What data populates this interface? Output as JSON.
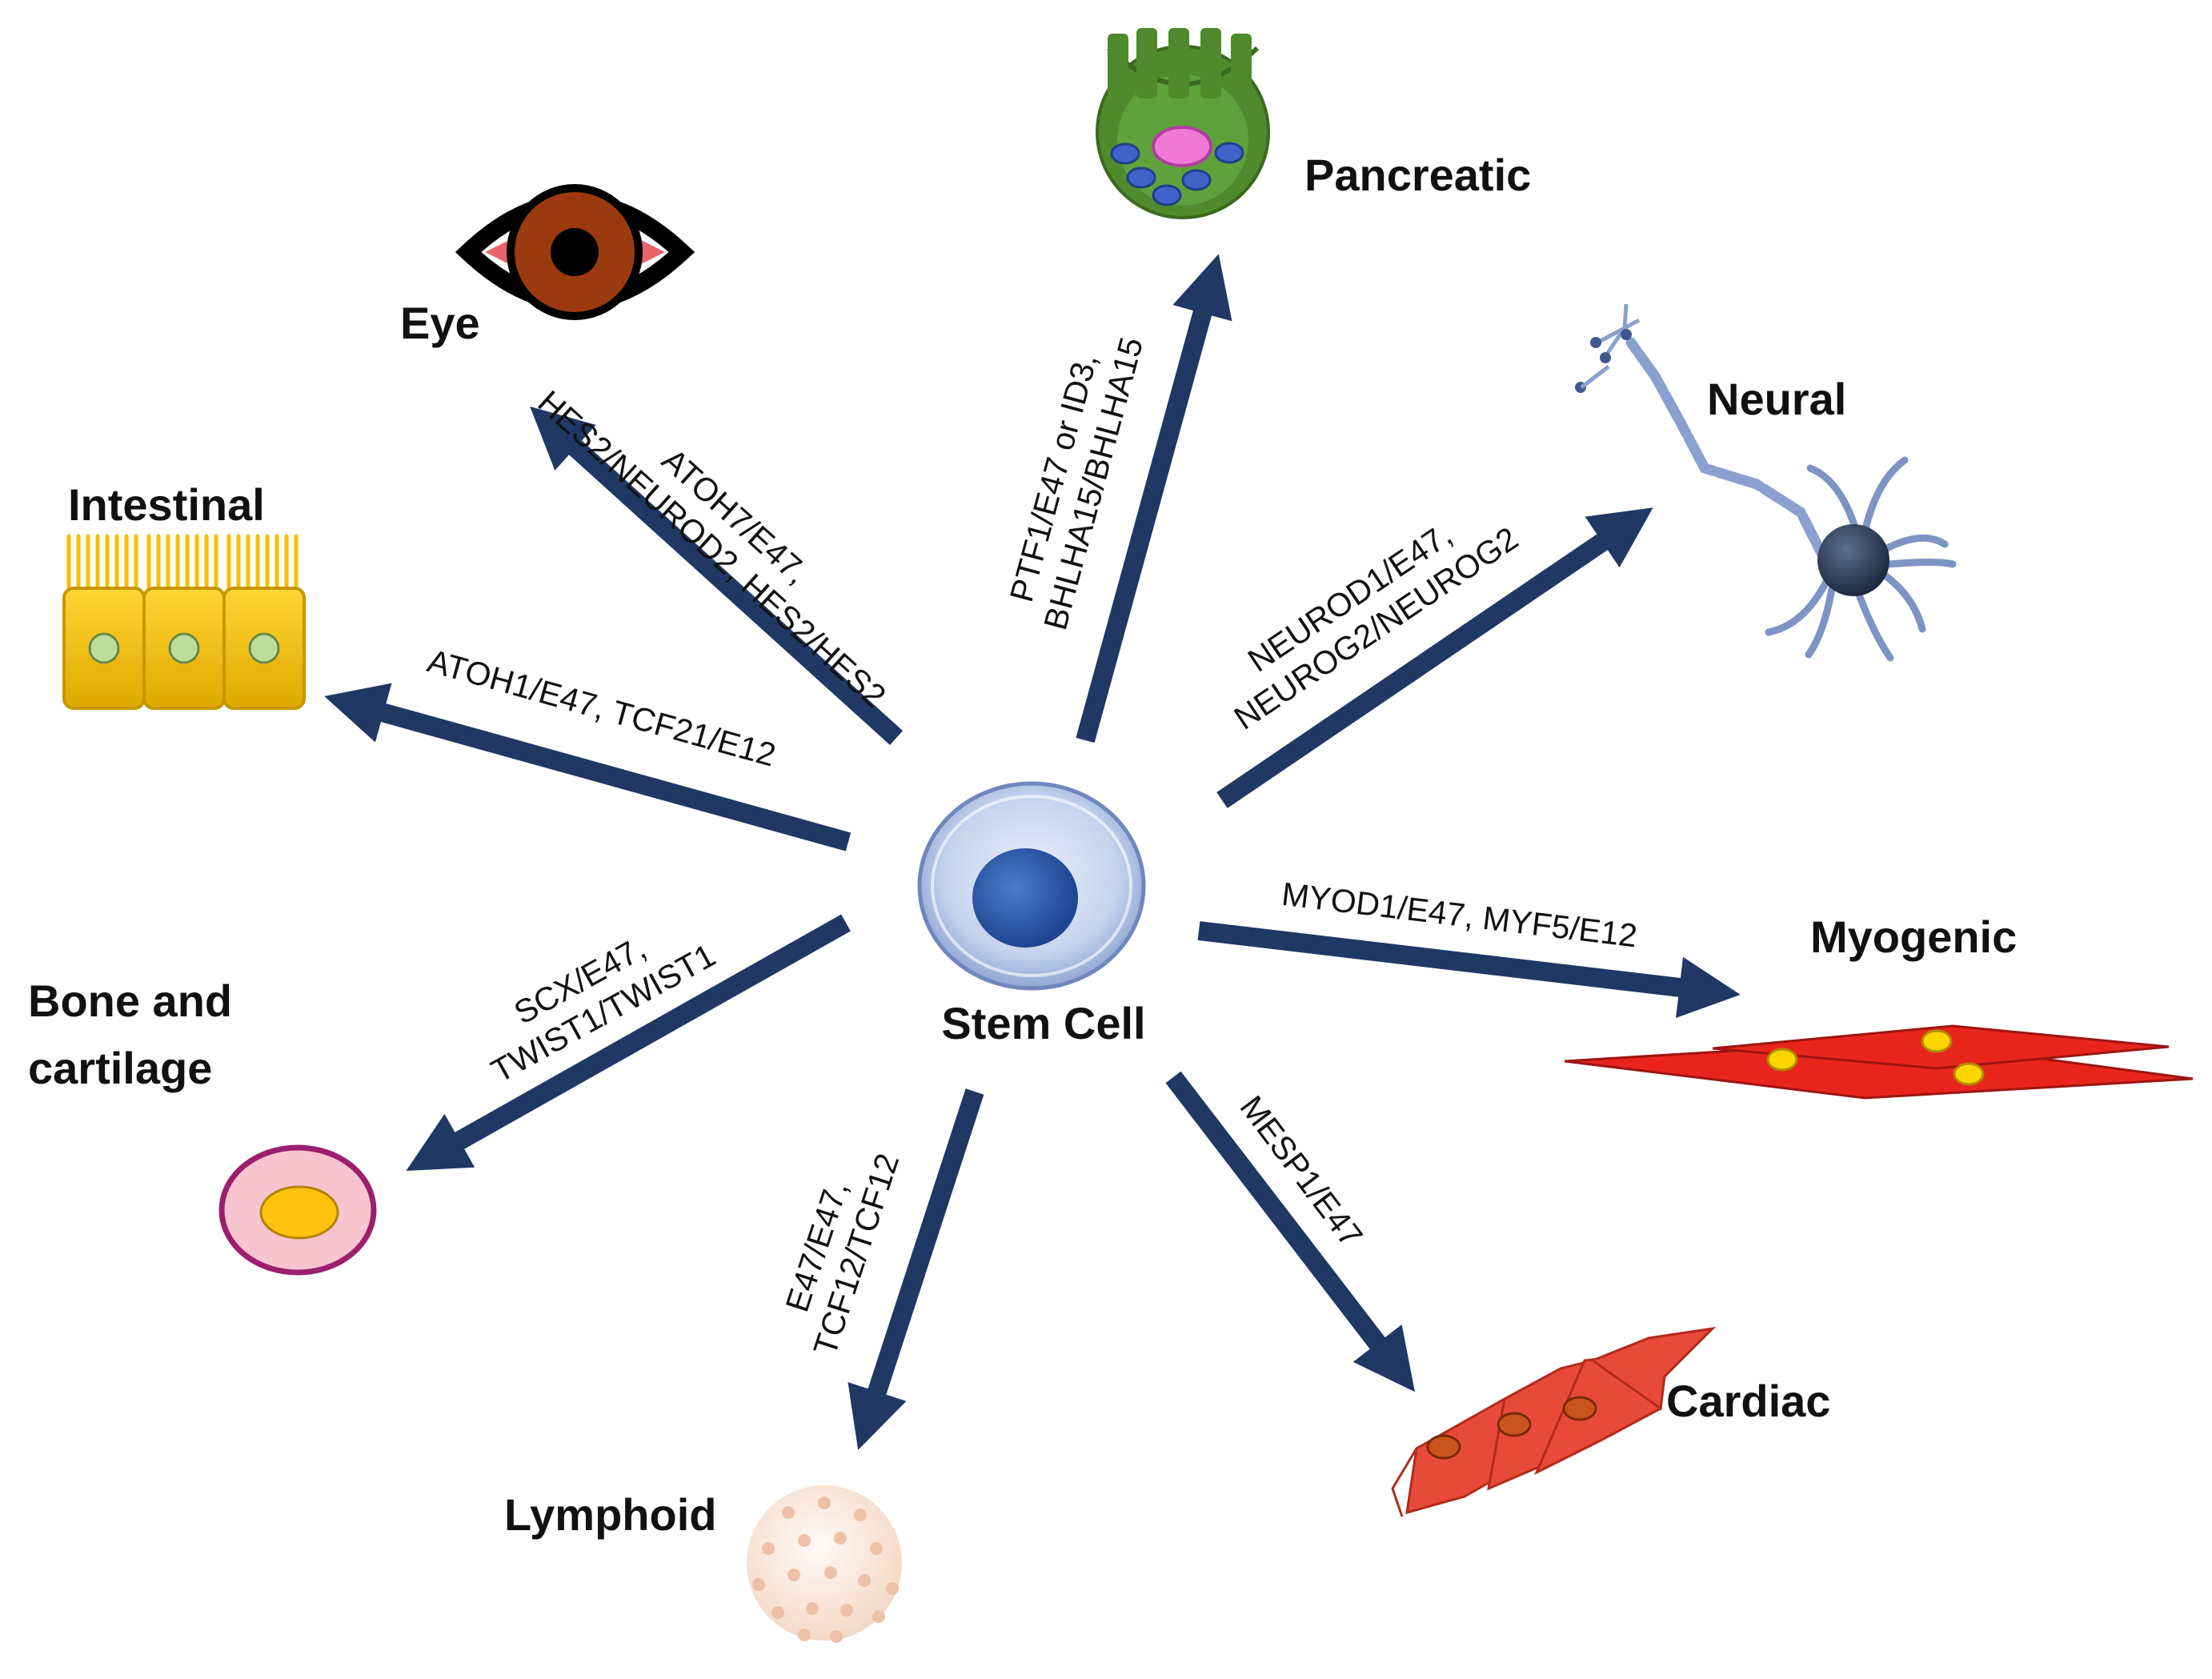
{
  "center": {
    "label": "Stem Cell"
  },
  "lineages": [
    {
      "id": "eye",
      "label": "Eye",
      "factors": [
        "ATOH7/E47,",
        "HES2/NEUROD2, HES2/HES2"
      ]
    },
    {
      "id": "pancreatic",
      "label": "Pancreatic",
      "factors": [
        "PTF1/E47 or ID3,",
        "BHLHA15/BHLHA15"
      ]
    },
    {
      "id": "neural",
      "label": "Neural",
      "factors": [
        "NEUROD1/E47,",
        "NEUROG2/NEUROG2"
      ]
    },
    {
      "id": "intestinal",
      "label": "Intestinal",
      "factors": [
        "ATOH1/E47, TCF21/E12"
      ]
    },
    {
      "id": "myogenic",
      "label": "Myogenic",
      "factors": [
        "MYOD1/E47, MYF5/E12"
      ]
    },
    {
      "id": "bone",
      "label": [
        "Bone and",
        "cartilage"
      ],
      "factors": [
        "SCX/E47,",
        "TWIST1/TWIST1"
      ]
    },
    {
      "id": "lymphoid",
      "label": "Lymphoid",
      "factors": [
        "E47/E47,",
        "TCF12/TCF12"
      ]
    },
    {
      "id": "cardiac",
      "label": "Cardiac",
      "factors": [
        "MESP1/E47"
      ]
    }
  ],
  "colors": {
    "arrow": "#1f3864",
    "stem_outer": "#c5d3ee",
    "stem_nucleus": "#2e5aa8",
    "intestinal": "#f5c100",
    "myocyte": "#e8251c",
    "cardiac": "#e84a3a",
    "pancreatic": "#4f8a2c",
    "neuron": "#2c3e5a",
    "bone": "#f7c4d0",
    "eye_iris": "#9c3a0f"
  },
  "icons": [
    "stem-cell-icon",
    "eye-icon",
    "pancreatic-cell-icon",
    "neuron-icon",
    "intestinal-cells-icon",
    "myocyte-icon",
    "chondrocyte-icon",
    "lymphocyte-icon",
    "cardiomyocyte-icon"
  ]
}
